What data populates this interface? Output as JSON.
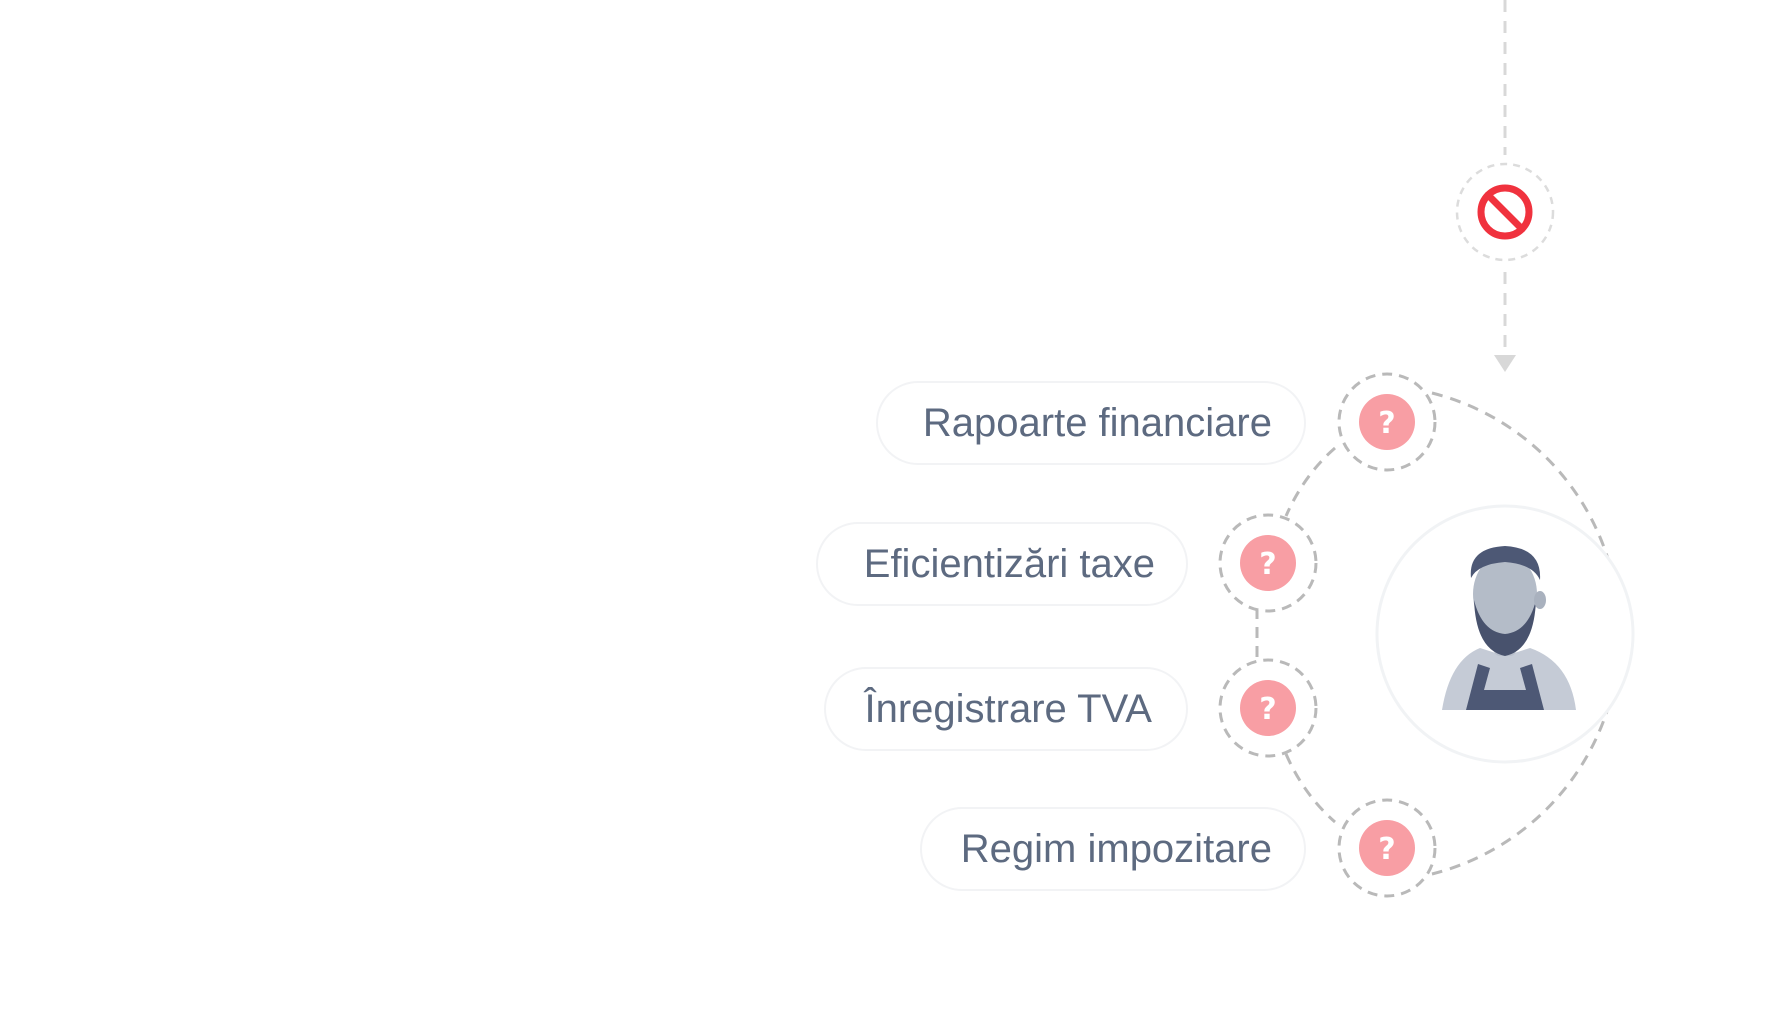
{
  "colors": {
    "label_text": "#5d6a80",
    "question_badge": "#f89ea4",
    "blocked_icon": "#f0323e",
    "dashed_line": "#b9b9b9",
    "arrow_line": "#d8d8d8"
  },
  "status_icon": "blocked-icon",
  "items": [
    {
      "label": "Rapoarte financiare",
      "badge": "?"
    },
    {
      "label": "Eficientizări taxe",
      "badge": "?"
    },
    {
      "label": "Înregistrare TVA",
      "badge": "?"
    },
    {
      "label": "Regim impozitare",
      "badge": "?"
    }
  ],
  "center_icon": "person-avatar-icon"
}
